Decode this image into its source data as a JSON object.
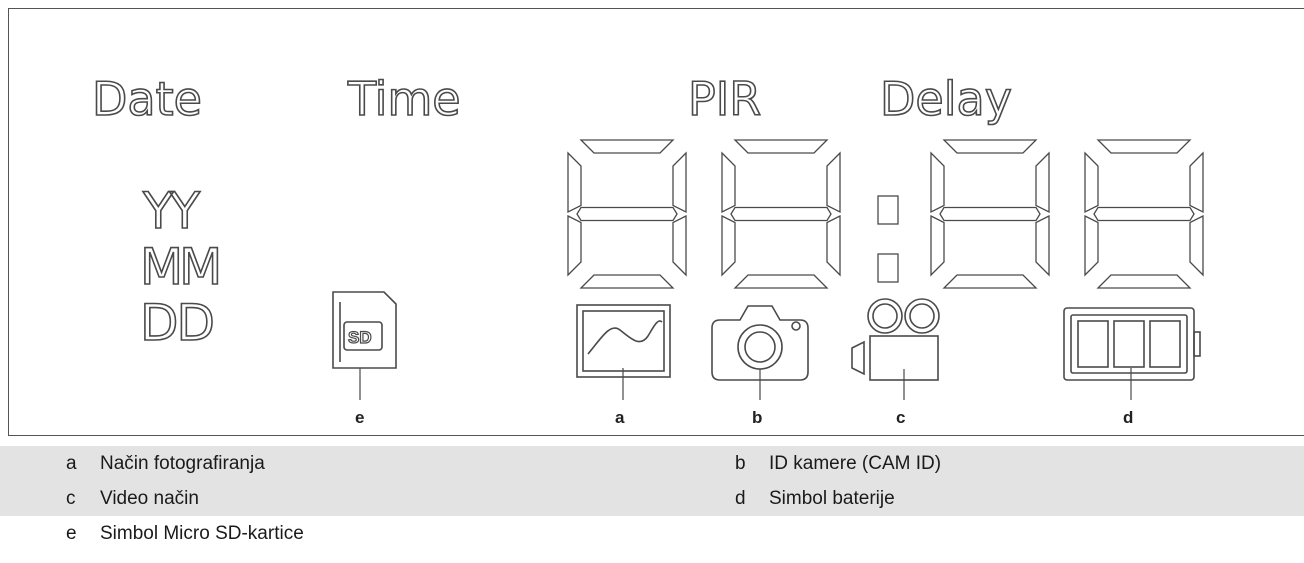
{
  "display": {
    "labels": {
      "date": "Date",
      "time": "Time",
      "pir": "PIR",
      "delay": "Delay"
    },
    "date_format": {
      "year": "YY",
      "month": "MM",
      "day": "DD"
    },
    "digits": "88:88",
    "sd_label": "SD"
  },
  "callouts": {
    "a": "a",
    "b": "b",
    "c": "c",
    "d": "d",
    "e": "e"
  },
  "legend": [
    {
      "letter": "a",
      "text": "Način fotografiranja"
    },
    {
      "letter": "b",
      "text": "ID kamere (CAM ID)"
    },
    {
      "letter": "c",
      "text": "Video način"
    },
    {
      "letter": "d",
      "text": "Simbol baterije"
    },
    {
      "letter": "e",
      "text": "Simbol Micro SD-kartice"
    }
  ],
  "colors": {
    "outline": "#4a4a4a",
    "legend_shade": "#e3e3e3"
  }
}
